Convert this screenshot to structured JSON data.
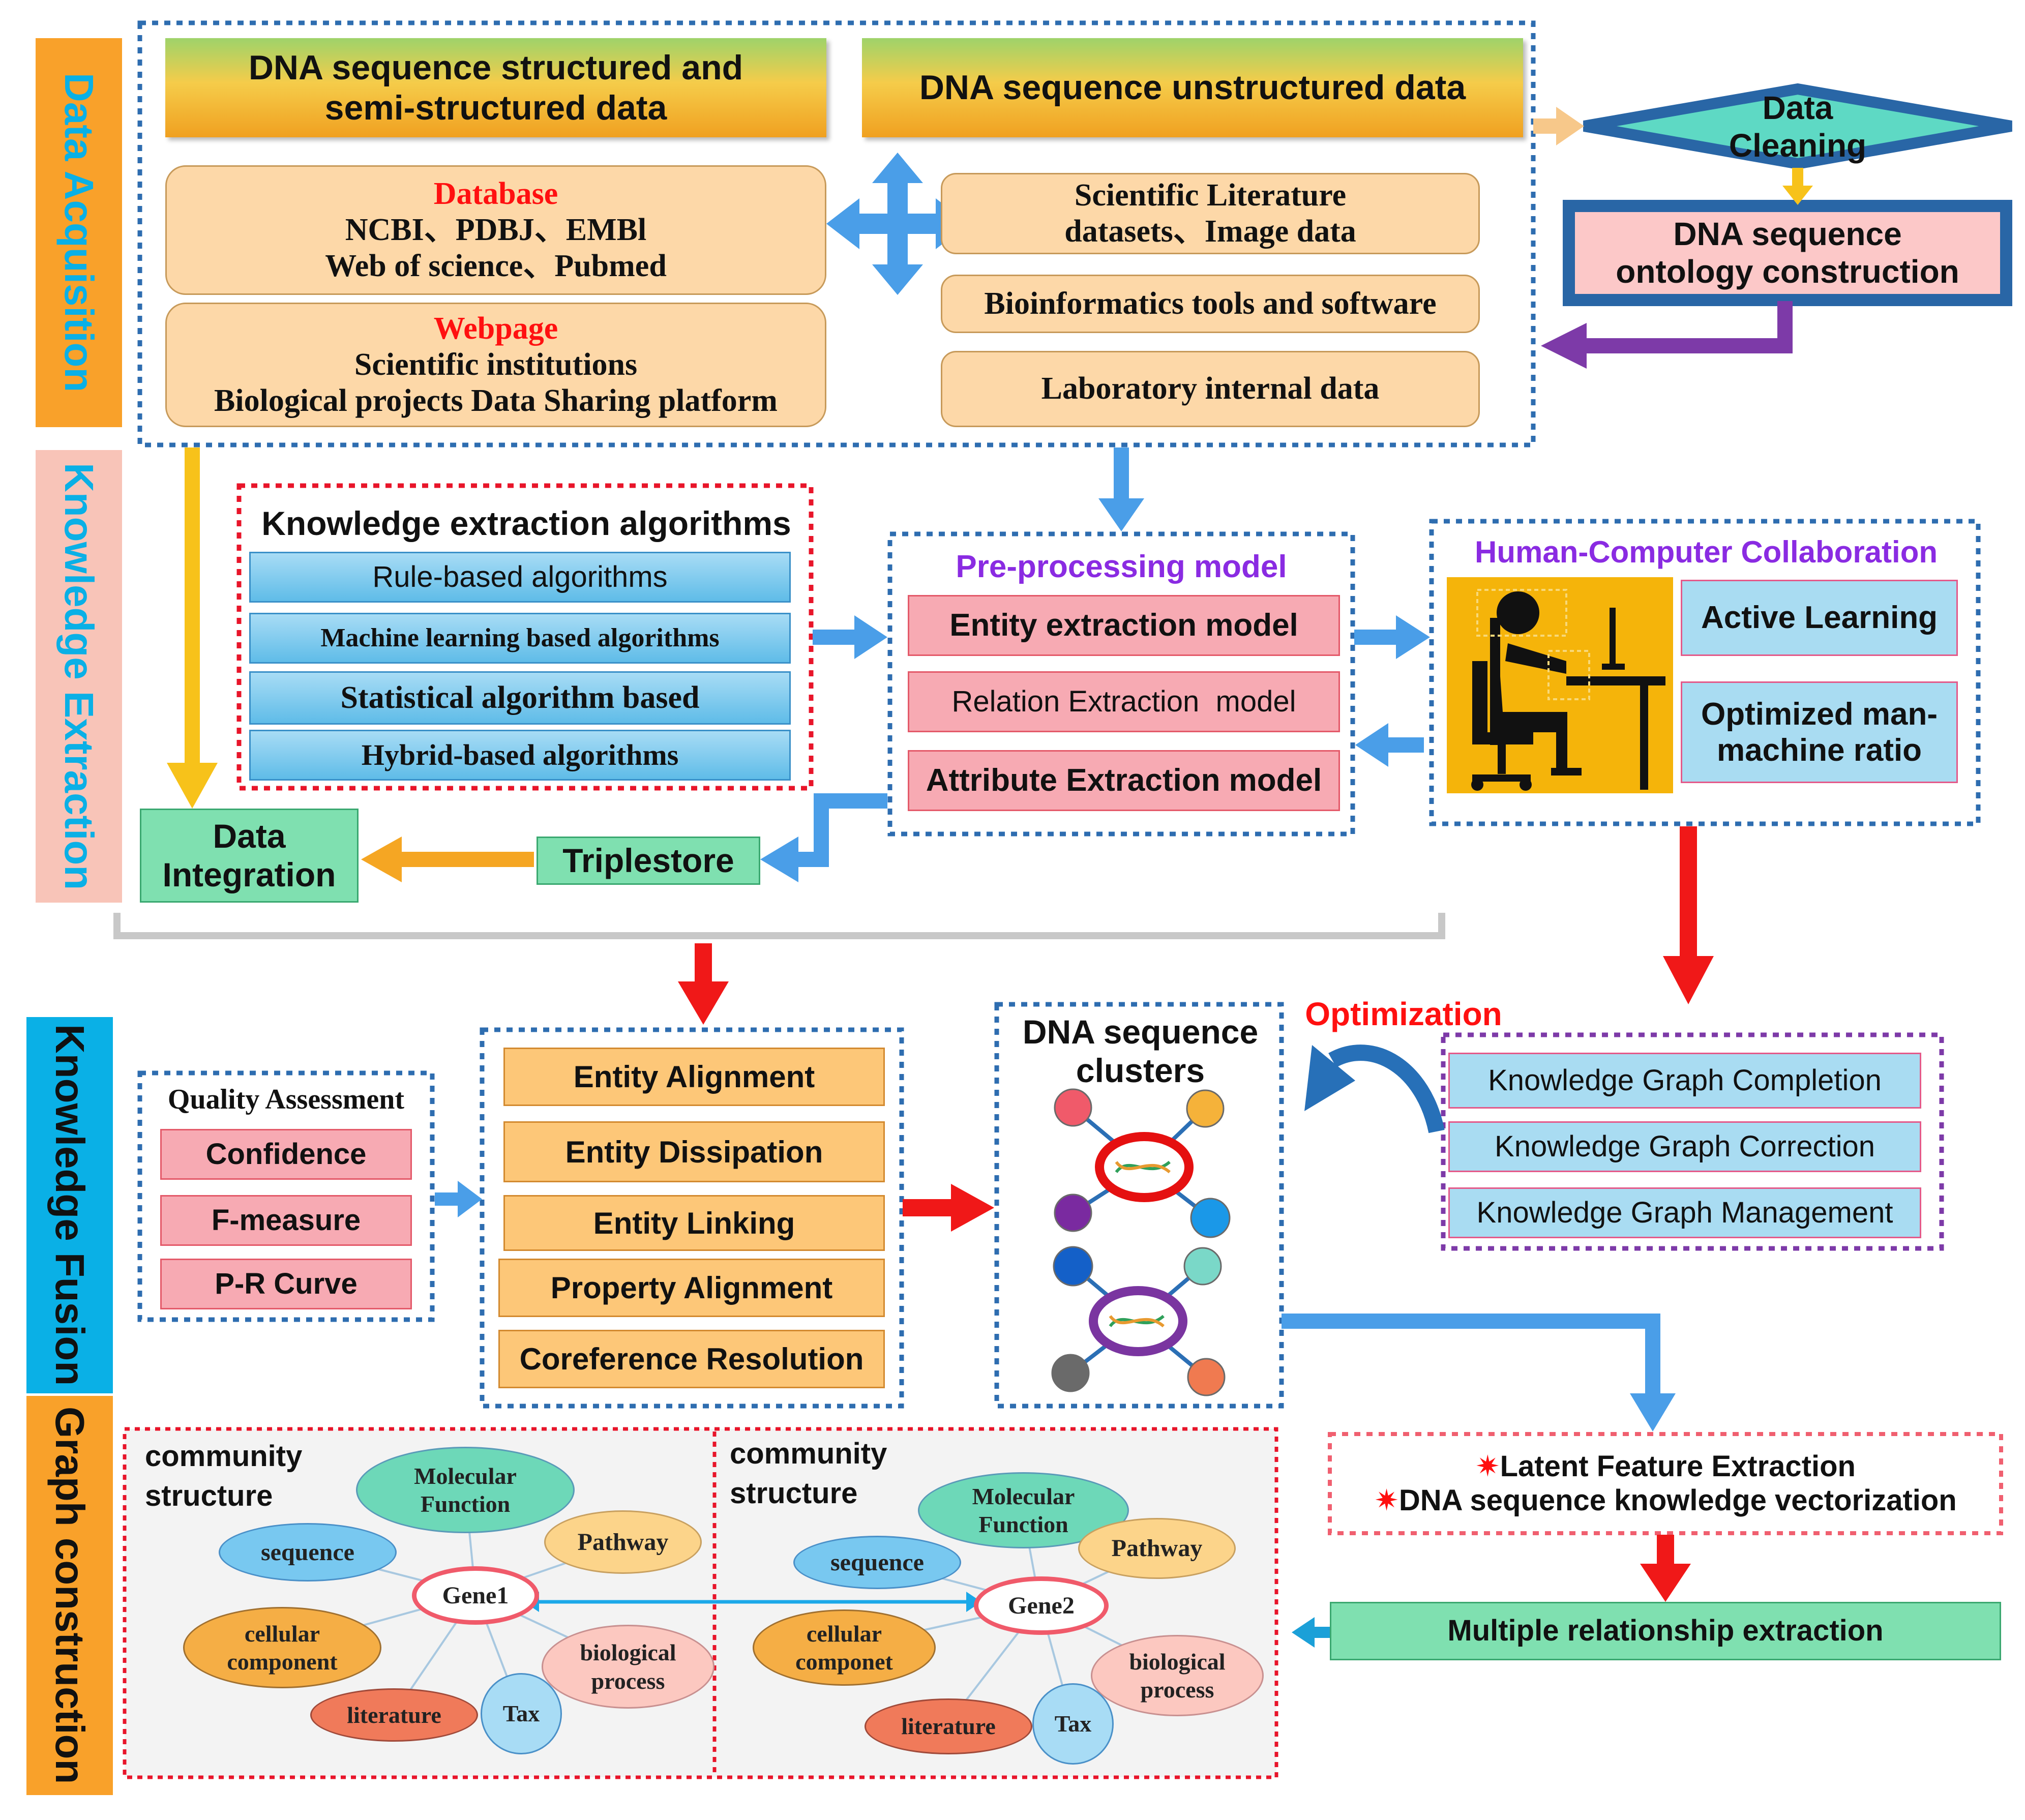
{
  "sections": {
    "data_acquisition": "Data Acquisition",
    "knowledge_extraction": "Knowledge Extraction",
    "knowledge_fusion": "Knowledge Fusion",
    "graph_construction": "Graph construction"
  },
  "acquisition": {
    "structured_line1": "DNA sequence structured and",
    "structured_line2": "semi-structured data",
    "unstructured": "DNA sequence unstructured data",
    "database_title": "Database",
    "database_line1": "NCBI、PDBJ、EMBl",
    "database_line2": "Web of science、Pubmed",
    "webpage_title": "Webpage",
    "webpage_line1": "Scientific institutions",
    "webpage_line2": "Biological projects Data Sharing platform",
    "literature_line1": "Scientific Literature",
    "literature_line2": "datasets、Image data",
    "tools": "Bioinformatics tools and software",
    "lab": "Laboratory internal data",
    "cleaning_line1": "Data",
    "cleaning_line2": "Cleaning",
    "ontology_line1": "DNA sequence",
    "ontology_line2": "ontology construction"
  },
  "extraction": {
    "algorithms_title": "Knowledge extraction algorithms",
    "algorithms": [
      "Rule-based algorithms",
      "Machine learning based algorithms",
      "Statistical algorithm based",
      "Hybrid-based algorithms"
    ],
    "preprocessing_title": "Pre-processing model",
    "models": [
      "Entity extraction model",
      "Relation Extraction  model",
      "Attribute Extraction model"
    ],
    "hcc_title": "Human-Computer Collaboration",
    "hcc_items": [
      "Active Learning",
      "Optimized man-machine ratio"
    ],
    "integration_line1": "Data",
    "integration_line2": "Integration",
    "triplestore": "Triplestore"
  },
  "fusion": {
    "quality_title": "Quality Assessment",
    "quality_items": [
      "Confidence",
      "F-measure",
      "P-R Curve"
    ],
    "alignment_items": [
      "Entity Alignment",
      "Entity Dissipation",
      "Entity Linking",
      "Property Alignment",
      "Coreference Resolution"
    ],
    "clusters_line1": "DNA sequence",
    "clusters_line2": "clusters",
    "optimization": "Optimization",
    "kg_items": [
      "Knowledge Graph Completion",
      "Knowledge Graph Correction",
      "Knowledge Graph Management"
    ]
  },
  "construction": {
    "latent_star": "✷",
    "latent_line1": "Latent Feature Extraction",
    "latent_line2": "DNA sequence knowledge vectorization",
    "multiple": "Multiple relationship extraction",
    "community1_line1": "community",
    "community1_line2": "structure",
    "community2_line1": "community",
    "community2_line2": "structure",
    "gene1": "Gene1",
    "gene2": "Gene2",
    "nodes1": {
      "molecular_line1": "Molecular",
      "molecular_line2": "Function",
      "sequence": "sequence",
      "pathway": "Pathway",
      "cellular_line1": "cellular",
      "cellular_line2": "component",
      "biological_line1": "biological",
      "biological_line2": "process",
      "literature": "literature",
      "tax": "Tax"
    },
    "nodes2": {
      "molecular_line1": "Molecular",
      "molecular_line2": "Function",
      "sequence": "sequence",
      "pathway": "Pathway",
      "cellular_line1": "cellular",
      "cellular_line2": "componet",
      "biological_line1": "biological",
      "biological_line2": "process",
      "literature": "literature",
      "tax": "Tax"
    }
  },
  "colors": {
    "blue_arrow": "#4a9ee8",
    "red_arrow": "#f01818",
    "orange_arrow": "#f5a623",
    "yellow_arrow": "#f7c21a",
    "purple_arrow": "#7d3aa8",
    "section_orange": "#f9a12a",
    "section_pink": "#f8c4b8",
    "section_blue": "#0ab0e6",
    "label_blue_text": "#0ab0e6",
    "label_black_text": "#111111"
  }
}
